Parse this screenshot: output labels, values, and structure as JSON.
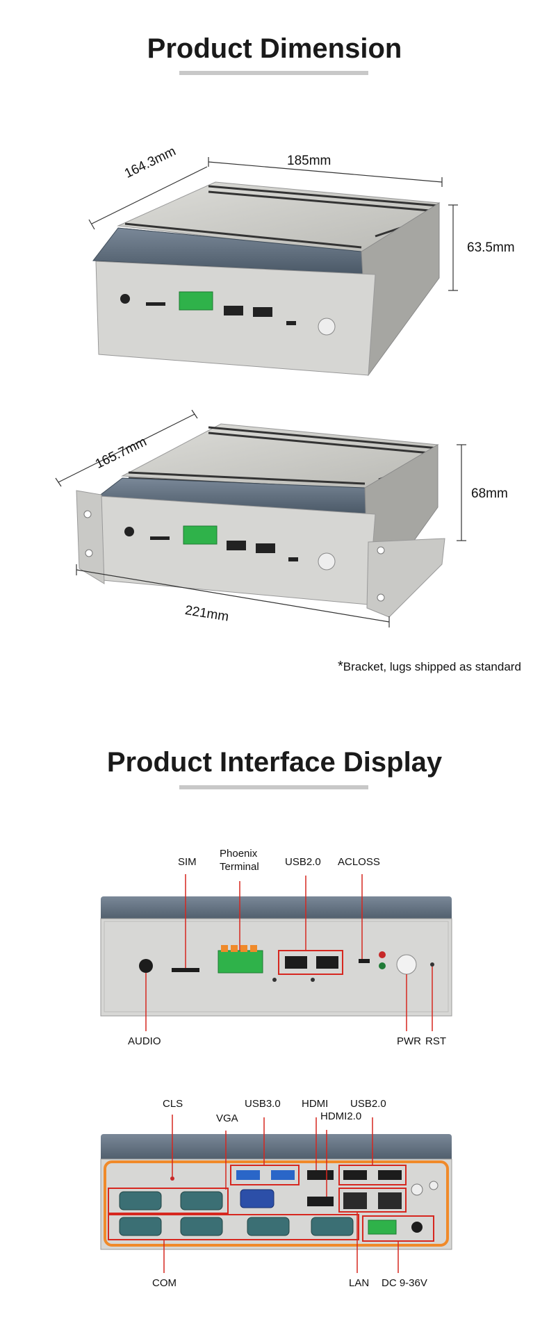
{
  "section1": {
    "title": "Product Dimension"
  },
  "box1": {
    "depth": "164.3mm",
    "width": "185mm",
    "height": "63.5mm"
  },
  "box2": {
    "depth": "165.7mm",
    "width": "221mm",
    "height": "68mm"
  },
  "note": {
    "star": "*",
    "text": "Bracket, lugs shipped as standard"
  },
  "section2": {
    "title": "Product Interface Display"
  },
  "front_labels": {
    "sim": "SIM",
    "phoenix_line1": "Phoenix",
    "phoenix_line2": "Terminal",
    "usb20": "USB2.0",
    "acloss": "ACLOSS",
    "audio": "AUDIO",
    "pwr": "PWR",
    "rst": "RST"
  },
  "rear_labels": {
    "cls": "CLS",
    "vga": "VGA",
    "usb30": "USB3.0",
    "hdmi": "HDMI",
    "hdmi20": "HDMI2.0",
    "usb20": "USB2.0",
    "com": "COM",
    "lan": "LAN",
    "dc": "DC 9-36V"
  },
  "colors": {
    "accent": "#d6271f",
    "terminal": "#2fb24a",
    "panel": "#d7d7d5",
    "lid": "#5b6b7b",
    "rear_border": "#f08a2a"
  }
}
